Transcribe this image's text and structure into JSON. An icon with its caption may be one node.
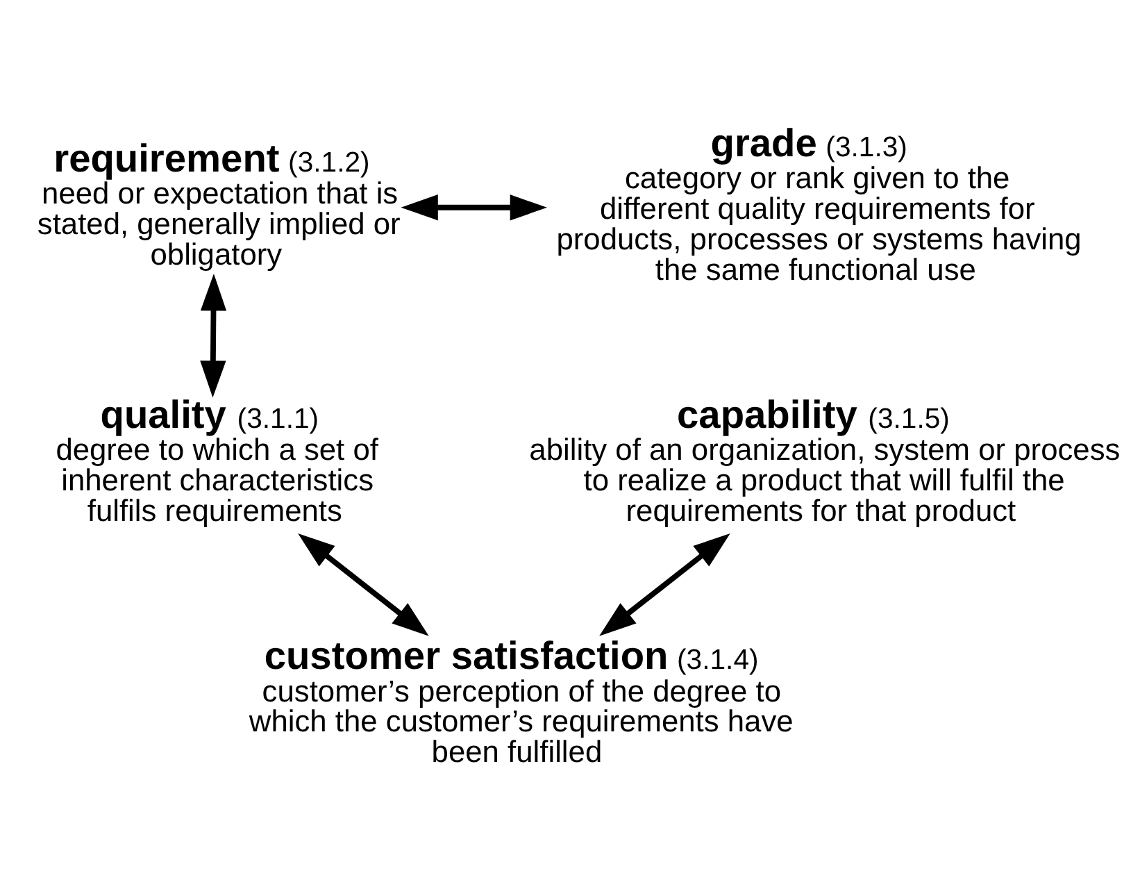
{
  "diagram": {
    "nodes": [
      {
        "text": [
          "requirement",
          "(3.1.2)",
          "need or expectation that is stated, generally implied or obligatory"
        ]
      },
      {
        "text": [
          "grade",
          "(3.1.3)",
          "category or rank given to the different quality requirements for products, processes or systems having the same functional use"
        ]
      },
      {
        "text": [
          "quality",
          "(3.1.1)",
          "degree to which a set of inherent characteristics fulfils requirements"
        ]
      },
      {
        "text": [
          "capability",
          "(3.1.5)",
          "ability of an organization, system or process to realize a product that will fulfil the requirements for that product"
        ]
      },
      {
        "text": [
          "customer satisfaction",
          "(3.1.4)",
          "customer’s perception of the degree to which the customer’s requirements have been fulfilled"
        ]
      }
    ],
    "edges": [
      {
        "from": 0,
        "to": 1,
        "arrow": "both"
      },
      {
        "from": 0,
        "to": 2,
        "arrow": "both"
      },
      {
        "from": 2,
        "to": 4,
        "arrow": "both"
      },
      {
        "from": 3,
        "to": 4,
        "arrow": "both"
      }
    ]
  }
}
